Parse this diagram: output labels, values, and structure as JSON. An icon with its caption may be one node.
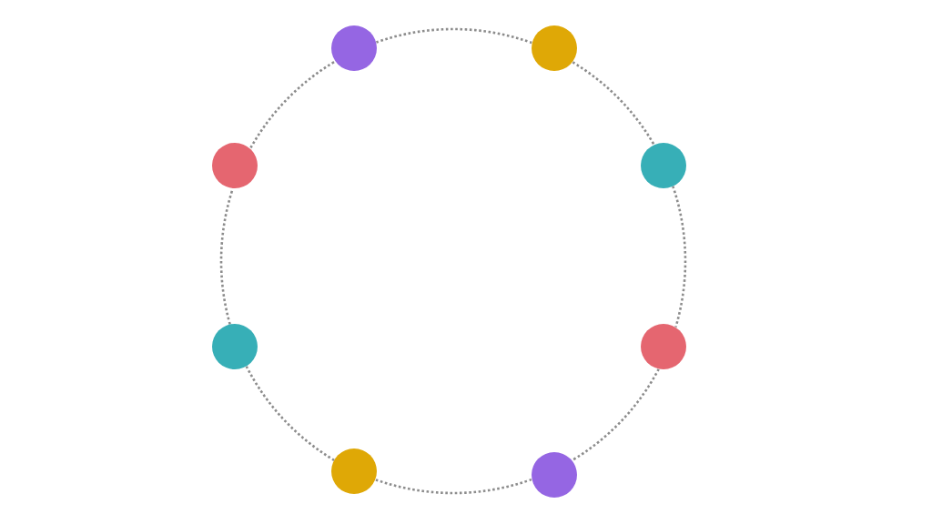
{
  "diagram": {
    "nodes": [
      {
        "text": [],
        "shape": "circle"
      },
      {
        "text": [],
        "shape": "circle"
      },
      {
        "text": [],
        "shape": "circle"
      },
      {
        "text": [],
        "shape": "circle"
      },
      {
        "text": [],
        "shape": "circle"
      },
      {
        "text": [],
        "shape": "circle"
      },
      {
        "text": [],
        "shape": "circle"
      },
      {
        "text": [],
        "shape": "circle"
      }
    ],
    "edges": [
      {
        "from": 0,
        "to": 1,
        "arrow": "none",
        "style": "dashed"
      },
      {
        "from": 1,
        "to": 3,
        "arrow": "none",
        "style": "dashed"
      },
      {
        "from": 3,
        "to": 5,
        "arrow": "none",
        "style": "dashed"
      },
      {
        "from": 5,
        "to": 7,
        "arrow": "none",
        "style": "dashed"
      },
      {
        "from": 7,
        "to": 6,
        "arrow": "none",
        "style": "dashed"
      },
      {
        "from": 6,
        "to": 4,
        "arrow": "none",
        "style": "dashed"
      },
      {
        "from": 4,
        "to": 2,
        "arrow": "none",
        "style": "dashed"
      },
      {
        "from": 2,
        "to": 0,
        "arrow": "none",
        "style": "dashed"
      }
    ]
  }
}
